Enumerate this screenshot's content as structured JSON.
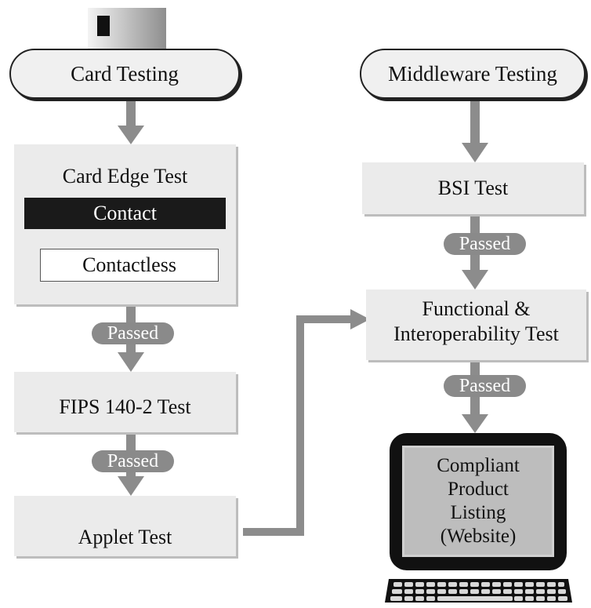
{
  "card_testing": {
    "label": "Card Testing",
    "card_icon": "smart-card-icon"
  },
  "middleware_testing": {
    "label": "Middleware Testing"
  },
  "card_edge": {
    "title": "Card Edge Test",
    "contact": "Contact",
    "contactless": "Contactless"
  },
  "fips": {
    "label": "FIPS 140-2 Test"
  },
  "applet": {
    "label": "Applet Test"
  },
  "bsi": {
    "label": "BSI Test"
  },
  "functional": {
    "line1": "Functional &",
    "line2": "Interoperability Test"
  },
  "passed_badges": {
    "p1": "Passed",
    "p2": "Passed",
    "p3": "Passed",
    "p4": "Passed"
  },
  "listing": {
    "line1": "Compliant",
    "line2": "Product",
    "line3": "Listing",
    "line4": "(Website)",
    "monitor_icon": "computer-monitor-icon",
    "keyboard_icon": "keyboard-icon"
  },
  "colors": {
    "box_fill": "#ebebeb",
    "badge_fill": "#8a8a8a",
    "arrow": "#8c8c8c",
    "contact_fill": "#1a1a1a"
  }
}
